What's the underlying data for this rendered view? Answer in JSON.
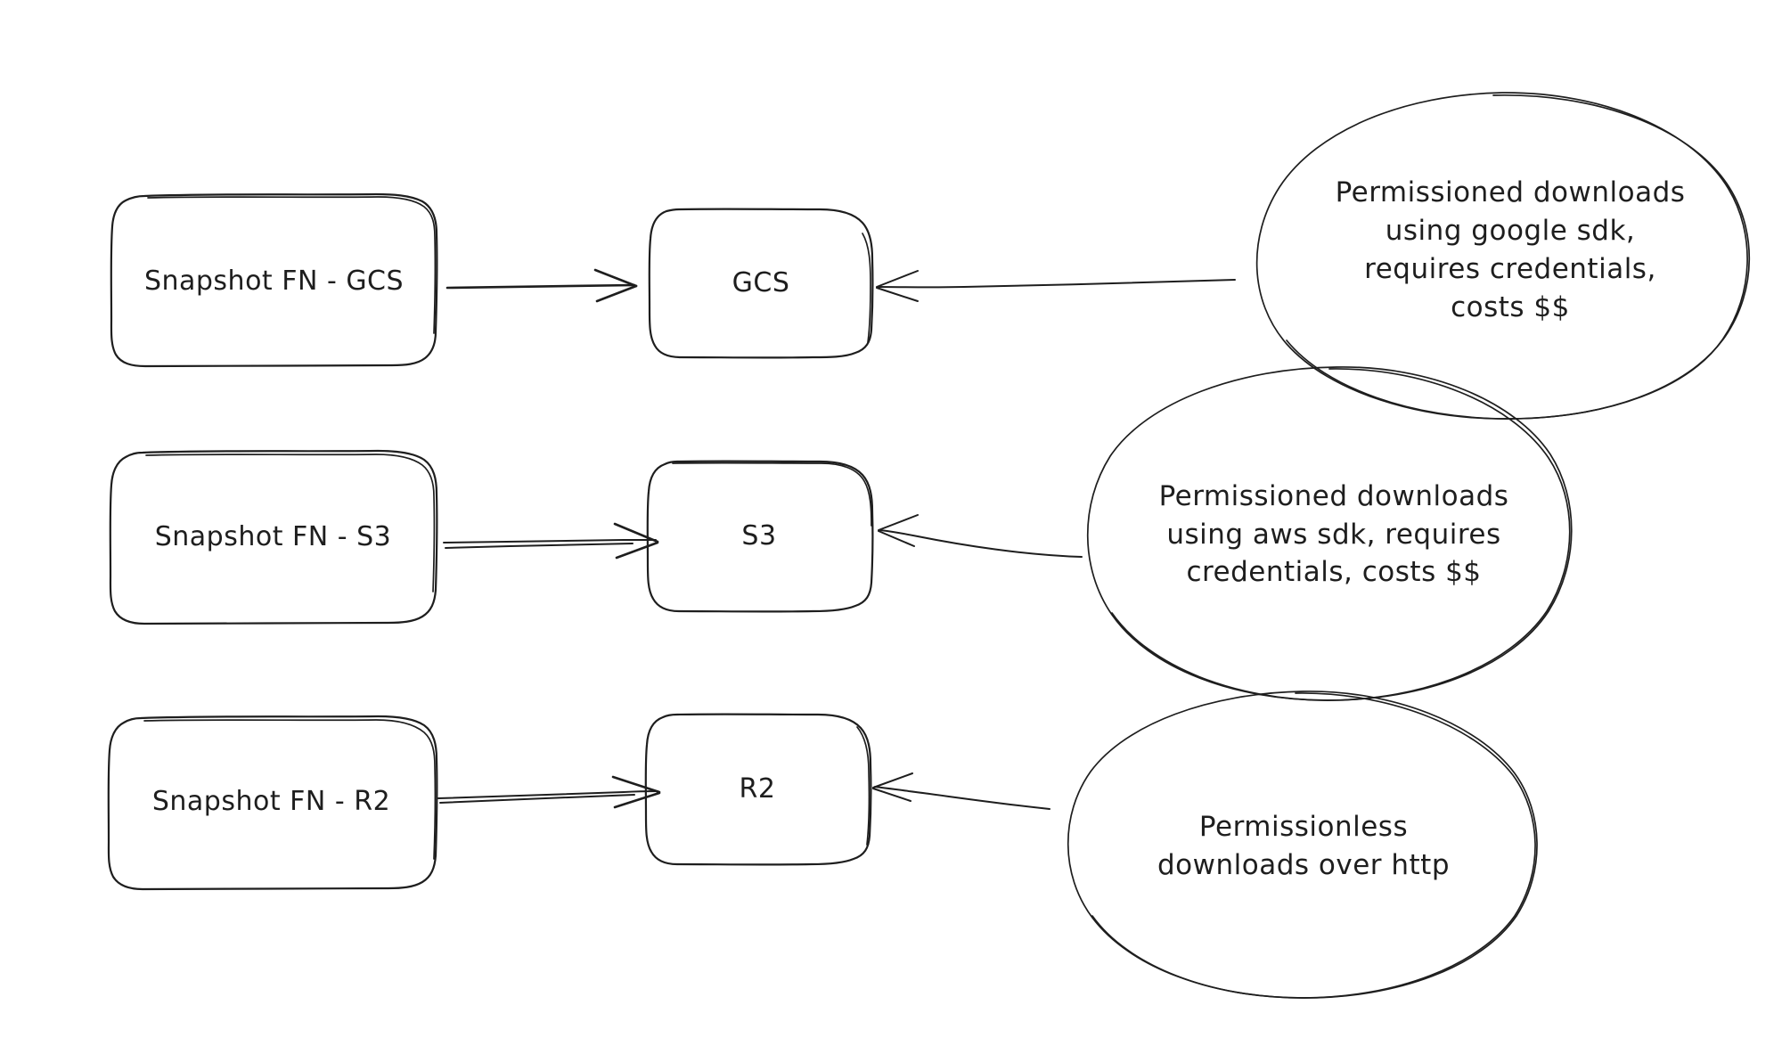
{
  "diagram": {
    "title": "Snapshot function to object storage with download characteristics",
    "style": "hand-drawn sketch",
    "background_color": "#ffffff",
    "stroke_color": "#1e1e1e",
    "rows": [
      {
        "id": "gcs-row",
        "source_label": "Snapshot FN - GCS",
        "store_label": "GCS",
        "note_label": "Permissioned downloads\nusing google sdk,\nrequires credentials,\ncosts $$",
        "arrow_source_to_store": "source-to-store-arrow",
        "arrow_note_to_store": "note-to-store-arrow"
      },
      {
        "id": "s3-row",
        "source_label": "Snapshot FN - S3",
        "store_label": "S3",
        "note_label": "Permissioned downloads\nusing aws sdk, requires\ncredentials, costs $$",
        "arrow_source_to_store": "source-to-store-arrow",
        "arrow_note_to_store": "note-to-store-arrow"
      },
      {
        "id": "r2-row",
        "source_label": "Snapshot FN - R2",
        "store_label": "R2",
        "note_label": "Permissionless\ndownloads over http",
        "arrow_source_to_store": "source-to-store-arrow",
        "arrow_note_to_store": "note-to-store-arrow"
      }
    ]
  }
}
